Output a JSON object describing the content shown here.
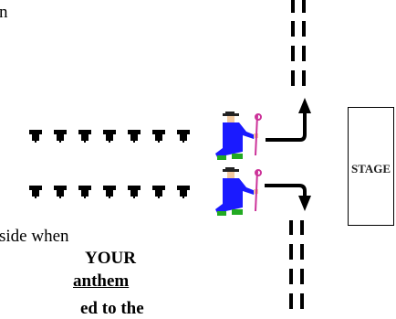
{
  "text_fragments": {
    "top_left": "n",
    "line1": "side when",
    "line2": "YOUR",
    "line3": "anthem",
    "line4": "ed to the"
  },
  "stage": {
    "label": "STAGE"
  },
  "colors": {
    "ink": "#000000",
    "robe": "#1a1aff",
    "figure_skin": "#f2c9a0",
    "figure_legs": "#22aa22",
    "staff": "#cc3399",
    "hat": "#222222"
  },
  "rows": [
    {
      "name": "upper-row",
      "heads": 7
    },
    {
      "name": "lower-row",
      "heads": 7
    }
  ]
}
